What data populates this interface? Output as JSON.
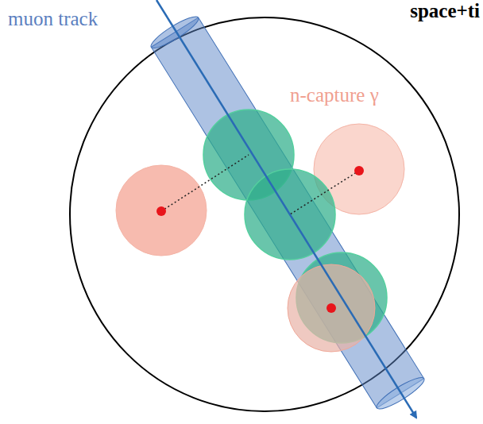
{
  "diagram": {
    "labels": [
      "muon track",
      "n-capture γ",
      "space+ti"
    ]
  }
}
